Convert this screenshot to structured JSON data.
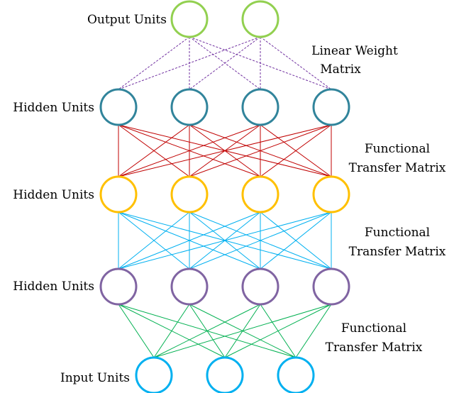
{
  "layers": [
    {
      "label": "Output Units",
      "count": 2,
      "color": "#92d050"
    },
    {
      "label": "Hidden Units",
      "count": 4,
      "color": "#31849b"
    },
    {
      "label": "Hidden Units",
      "count": 4,
      "color": "#ffc000"
    },
    {
      "label": "Hidden Units",
      "count": 4,
      "color": "#8064a2"
    },
    {
      "label": "Input Units",
      "count": 3,
      "color": "#00b0f0"
    }
  ],
  "connections": [
    {
      "from": 0,
      "to": 1,
      "color": "#7030a0",
      "style": "dashed",
      "label_lines": [
        "Linear Weight",
        "Matrix"
      ]
    },
    {
      "from": 1,
      "to": 2,
      "color": "#c00000",
      "style": "solid",
      "label_lines": [
        "Functional",
        "Transfer Matrix"
      ]
    },
    {
      "from": 2,
      "to": 3,
      "color": "#00b0f0",
      "style": "solid",
      "label_lines": [
        "Functional",
        "Transfer Matrix"
      ]
    },
    {
      "from": 3,
      "to": 4,
      "color": "#00b050",
      "style": "solid",
      "label_lines": [
        "Functional",
        "Transfer Matrix"
      ]
    }
  ]
}
